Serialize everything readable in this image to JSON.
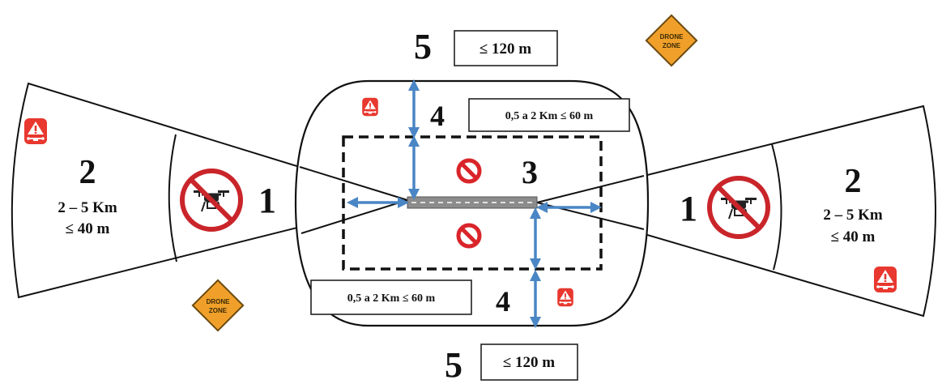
{
  "zones": {
    "left_outer_number": "2",
    "left_outer_dist": "2 – 5 Km",
    "left_outer_alt": "≤ 40 m",
    "left_inner_number": "1",
    "right_inner_number": "1",
    "right_outer_number": "2",
    "right_outer_dist": "2 – 5 Km",
    "right_outer_alt": "≤ 40 m",
    "center_number": "3",
    "top_band_number": "4",
    "bottom_band_number": "4",
    "top_outer_number": "5",
    "bottom_outer_number": "5"
  },
  "labels": {
    "top_limit": "≤ 120 m",
    "bottom_limit": "≤ 120 m",
    "top_band_limit": "0,5 a 2 Km ≤ 60 m",
    "bottom_band_limit": "0,5 a 2 Km ≤ 60 m"
  },
  "signs": {
    "drone_zone_line1": "DRONE",
    "drone_zone_line2": "ZONE"
  },
  "icons": {
    "no_drone": "no-drone-icon",
    "prohibited": "prohibited-icon",
    "warning": "drone-warning-icon",
    "drone_zone": "drone-zone-sign-icon"
  },
  "colors": {
    "arrow": "#4a86c5",
    "prohibit_red": "#d9252a",
    "warning_red": "#e8382f",
    "sign_orange": "#f0a02a",
    "runway": "#8c8c8c"
  }
}
